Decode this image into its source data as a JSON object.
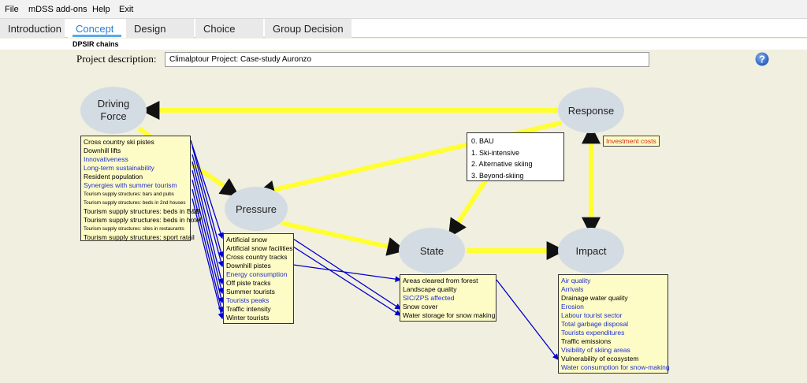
{
  "menu": [
    "File",
    "mDSS add-ons",
    "Help",
    "Exit"
  ],
  "tabs": [
    {
      "label": "Introduction",
      "active": false
    },
    {
      "label": "Concept",
      "active": true
    },
    {
      "label": "Design",
      "active": false
    },
    {
      "label": "Choice",
      "active": false
    },
    {
      "label": "Group Decision",
      "active": false
    }
  ],
  "subtitle": "DPSIR chains",
  "project": {
    "label": "Project description:",
    "value": "Climalptour Project: Case-study Auronzo"
  },
  "help_icon": "question-icon",
  "colors": {
    "node": "#d4dce3",
    "arrow_yellow": "#ffff33",
    "arrow_blue": "#0000cc",
    "link_blue": "#1f2fd1",
    "box_bg": "#fdfbc6",
    "cost_text": "#d62a12",
    "canvas": "#f1efdf"
  },
  "nodes": {
    "driving_force": "Driving\nForce",
    "pressure": "Pressure",
    "state": "State",
    "impact": "Impact",
    "response": "Response"
  },
  "driving_force_items": [
    {
      "text": "Cross country ski pistes",
      "blue": false,
      "small": false
    },
    {
      "text": "Downhill lifts",
      "blue": false,
      "small": false
    },
    {
      "text": "Innovativeness",
      "blue": true,
      "small": false
    },
    {
      "text": "Long-term sustainability",
      "blue": true,
      "small": false
    },
    {
      "text": "Resident population",
      "blue": false,
      "small": false
    },
    {
      "text": "Synergies with summer tourism",
      "blue": true,
      "small": false
    },
    {
      "text": "Tourism supply structures: bars and pubs",
      "blue": false,
      "small": true
    },
    {
      "text": "Tourism supply structures: beds in 2nd houses",
      "blue": false,
      "small": true
    },
    {
      "text": "Tourism supply structures: beds in B&B",
      "blue": false,
      "small": false
    },
    {
      "text": "Tourism supply structures: beds in hotel",
      "blue": false,
      "small": false
    },
    {
      "text": "Tourism supply structures: sites in restaurants",
      "blue": false,
      "small": true
    },
    {
      "text": "Tourism supply structures: sport ratail",
      "blue": false,
      "small": false
    }
  ],
  "pressure_items": [
    {
      "text": "Artificial snow",
      "blue": false
    },
    {
      "text": "Artificial snow facilities",
      "blue": false
    },
    {
      "text": "Cross country tracks",
      "blue": false
    },
    {
      "text": "Downhill pistes",
      "blue": false
    },
    {
      "text": "Energy consumption",
      "blue": true
    },
    {
      "text": "Off piste tracks",
      "blue": false
    },
    {
      "text": "Summer tourists",
      "blue": false
    },
    {
      "text": "Tourists peaks",
      "blue": true
    },
    {
      "text": "Traffic intensity",
      "blue": false
    },
    {
      "text": "Winter tourists",
      "blue": false
    }
  ],
  "state_items": [
    {
      "text": "Areas cleared from forest",
      "blue": false
    },
    {
      "text": "Landscape quality",
      "blue": false
    },
    {
      "text": "SIC/ZPS affected",
      "blue": true
    },
    {
      "text": "Snow cover",
      "blue": false
    },
    {
      "text": "Water storage for snow making",
      "blue": false
    }
  ],
  "impact_items": [
    {
      "text": "Air quality",
      "blue": true
    },
    {
      "text": "Arrivals",
      "blue": true
    },
    {
      "text": "Drainage water quality",
      "blue": false
    },
    {
      "text": "Erosion",
      "blue": true
    },
    {
      "text": "Labour tourist sector",
      "blue": true
    },
    {
      "text": "Total garbage disposal",
      "blue": true
    },
    {
      "text": "Tourists expenditures",
      "blue": true
    },
    {
      "text": "Traffic emissions",
      "blue": false
    },
    {
      "text": "Visibility of skiing areas",
      "blue": true
    },
    {
      "text": "Vulnerability of ecosystem",
      "blue": false
    },
    {
      "text": "Water consumption for snow-making",
      "blue": true
    }
  ],
  "response_options": [
    "0. BAU",
    "1. Ski-intensive",
    "2. Alternative skiing",
    "3. Beyond-skiing"
  ],
  "response_cost": "Investment costs"
}
